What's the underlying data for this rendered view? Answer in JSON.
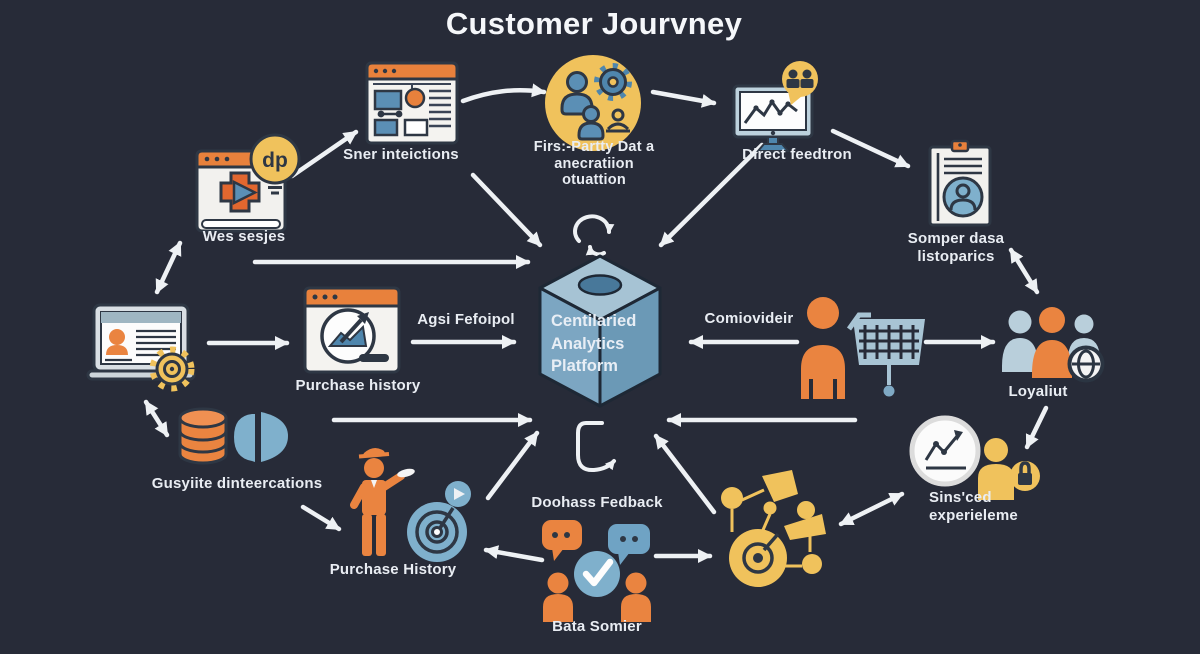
{
  "title": "Customer Jourvney",
  "colors": {
    "background": "#272b38",
    "orange": "#e8813c",
    "orange_deep": "#e2672f",
    "yellow": "#f0c25c",
    "blue": "#5b8fb5",
    "steel_blue": "#7fb0cc",
    "pale_blue": "#b9cfdb",
    "cube_top": "#a6c3d4",
    "cube_front": "#7ca6c2",
    "cube_side": "#6b99b6",
    "outline": "#2e3744",
    "arrow": "#eef1f4",
    "text": "#e9edf3"
  },
  "center": {
    "label": "Centilaried\nAnalytics\nPlatform",
    "icon": "cube-3d-icon"
  },
  "nodes": {
    "web_sessions": {
      "label": "Wes sesjes",
      "icon": "browser-video-icon"
    },
    "idea_badge": {
      "label": "dp",
      "icon": "idea-bulb-icon"
    },
    "user_interactions": {
      "label": "Sner inteictions",
      "icon": "browser-wireframe-icon"
    },
    "first_party_data": {
      "label": "Firs:-Partty Dat a\nanecratiion\notuattion",
      "icon": "people-gear-icon"
    },
    "direct_feedback": {
      "label": "Direct feedtron",
      "icon": "monitor-chart-icon"
    },
    "customer_data": {
      "label": "Somper dasa\nlistoparics",
      "icon": "document-profile-icon"
    },
    "loyalty": {
      "label": "Loyaliut",
      "icon": "people-group-globe-icon"
    },
    "personalized": {
      "label": "Sins'ced\nexperieleme",
      "icon": "growth-chart-person-lock-icon"
    },
    "campaign_cluster": {
      "label": "",
      "icon": "network-cluster-icon"
    },
    "data_feedback": {
      "label": "Doohass Fedback",
      "icon": ""
    },
    "data_sharing": {
      "label": "Bata Somier",
      "icon": "chat-people-check-icon"
    },
    "purchase_person": {
      "label": "Purchase History",
      "icon": "person-target-icon"
    },
    "customer_interactions": {
      "label": "Gusyiite dinteercations",
      "icon": "database-megaphone-icon"
    },
    "purchase_history": {
      "label": "Purchase history",
      "icon": "browser-chart-icon"
    },
    "customer_profile": {
      "label": "",
      "icon": "laptop-profile-gear-icon"
    },
    "shopper": {
      "label": "",
      "icon": "person-cart-icon"
    }
  },
  "arrow_labels": {
    "to_platform": "Agsi Fefoipol",
    "from_shopper": "Comiovideir"
  }
}
